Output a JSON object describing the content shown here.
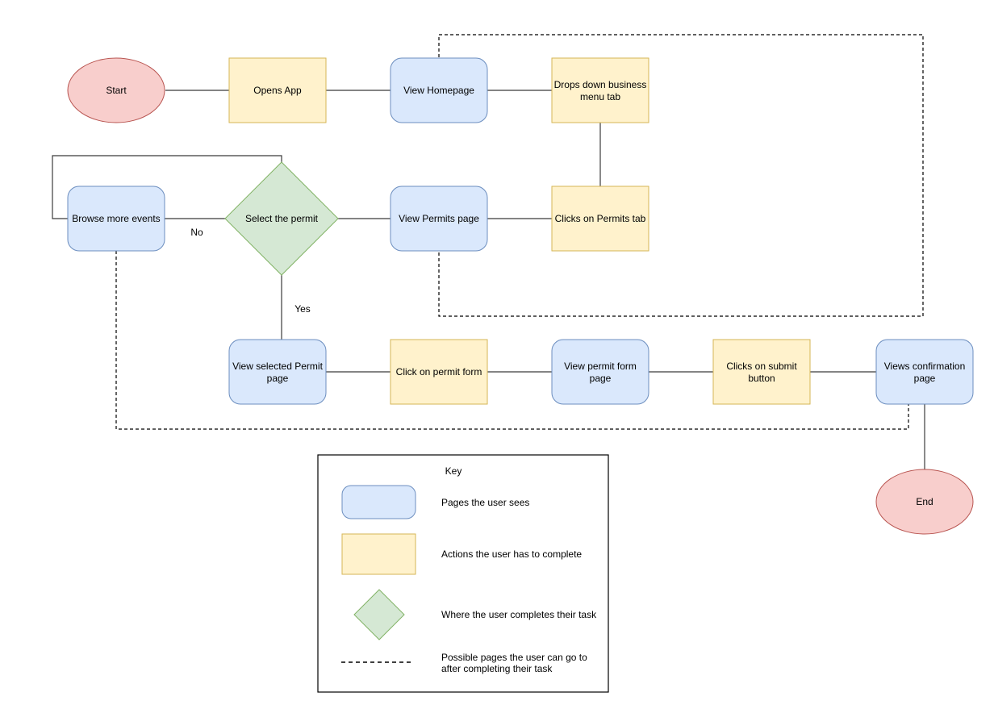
{
  "diagram": {
    "nodes": {
      "start": {
        "type": "terminator",
        "lines": [
          "Start"
        ]
      },
      "opens_app": {
        "type": "action",
        "lines": [
          "Opens App"
        ]
      },
      "view_homepage": {
        "type": "page",
        "lines": [
          "View Homepage"
        ]
      },
      "drops_down_menu": {
        "type": "action",
        "lines": [
          "Drops down business",
          "menu tab"
        ]
      },
      "browse_more_events": {
        "type": "page",
        "lines": [
          "Browse more events"
        ]
      },
      "select_the_permit": {
        "type": "decision",
        "lines": [
          "Select the permit"
        ]
      },
      "view_permits_page": {
        "type": "page",
        "lines": [
          "View Permits page"
        ]
      },
      "clicks_permits_tab": {
        "type": "action",
        "lines": [
          "Clicks on Permits tab"
        ]
      },
      "view_selected_permit": {
        "type": "page",
        "lines": [
          "View selected Permit",
          "page"
        ]
      },
      "click_permit_form": {
        "type": "action",
        "lines": [
          "Click on permit form"
        ]
      },
      "view_permit_form": {
        "type": "page",
        "lines": [
          "View permit form",
          "page"
        ]
      },
      "clicks_submit": {
        "type": "action",
        "lines": [
          "Clicks on submit",
          "button"
        ]
      },
      "views_confirmation": {
        "type": "page",
        "lines": [
          "Views confirmation",
          "page"
        ]
      },
      "end": {
        "type": "terminator",
        "lines": [
          "End"
        ]
      }
    },
    "edge_labels": {
      "no": "No",
      "yes": "Yes"
    },
    "key": {
      "title": "Key",
      "items": [
        {
          "symbol": "page-node",
          "lines": [
            "Pages the user sees"
          ]
        },
        {
          "symbol": "action-node",
          "lines": [
            "Actions the user has to complete"
          ]
        },
        {
          "symbol": "decision-node",
          "lines": [
            "Where the user completes their task"
          ]
        },
        {
          "symbol": "dashed-line",
          "lines": [
            "Possible pages the user can go to",
            "after completing their task"
          ]
        }
      ]
    },
    "colors": {
      "page_fill": "#DAE8FC",
      "page_stroke": "#6C8EBF",
      "action_fill": "#FFF2CC",
      "action_stroke": "#D6B656",
      "decision_fill": "#D5E8D4",
      "decision_stroke": "#82B366",
      "terminator_fill": "#F8CECC",
      "terminator_stroke": "#B85450",
      "connector": "#000000",
      "background": "#FFFFFF"
    }
  }
}
